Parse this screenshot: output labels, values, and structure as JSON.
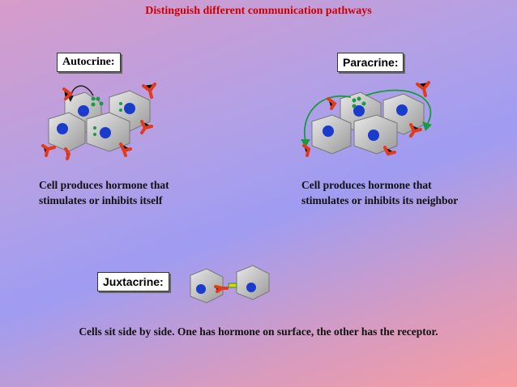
{
  "title": "Distinguish different communication pathways",
  "autocrine": {
    "label": "Autocrine:",
    "desc_line1": "Cell produces hormone that",
    "desc_line2": "stimulates or inhibits itself"
  },
  "paracrine": {
    "label": "Paracrine:",
    "desc_line1": "Cell produces hormone that",
    "desc_line2": "stimulates or inhibits its neighbor"
  },
  "juxtacrine": {
    "label": "Juxtacrine:",
    "desc": "Cells sit side by side.  One has hormone on surface, the other has the receptor."
  },
  "colors": {
    "title": "#cc0000",
    "nucleus": "#1a3ccc",
    "hormone": "#1a9a4a",
    "receptor": "#e23a1a",
    "paracrine_arrow": "#1a9a3a"
  }
}
